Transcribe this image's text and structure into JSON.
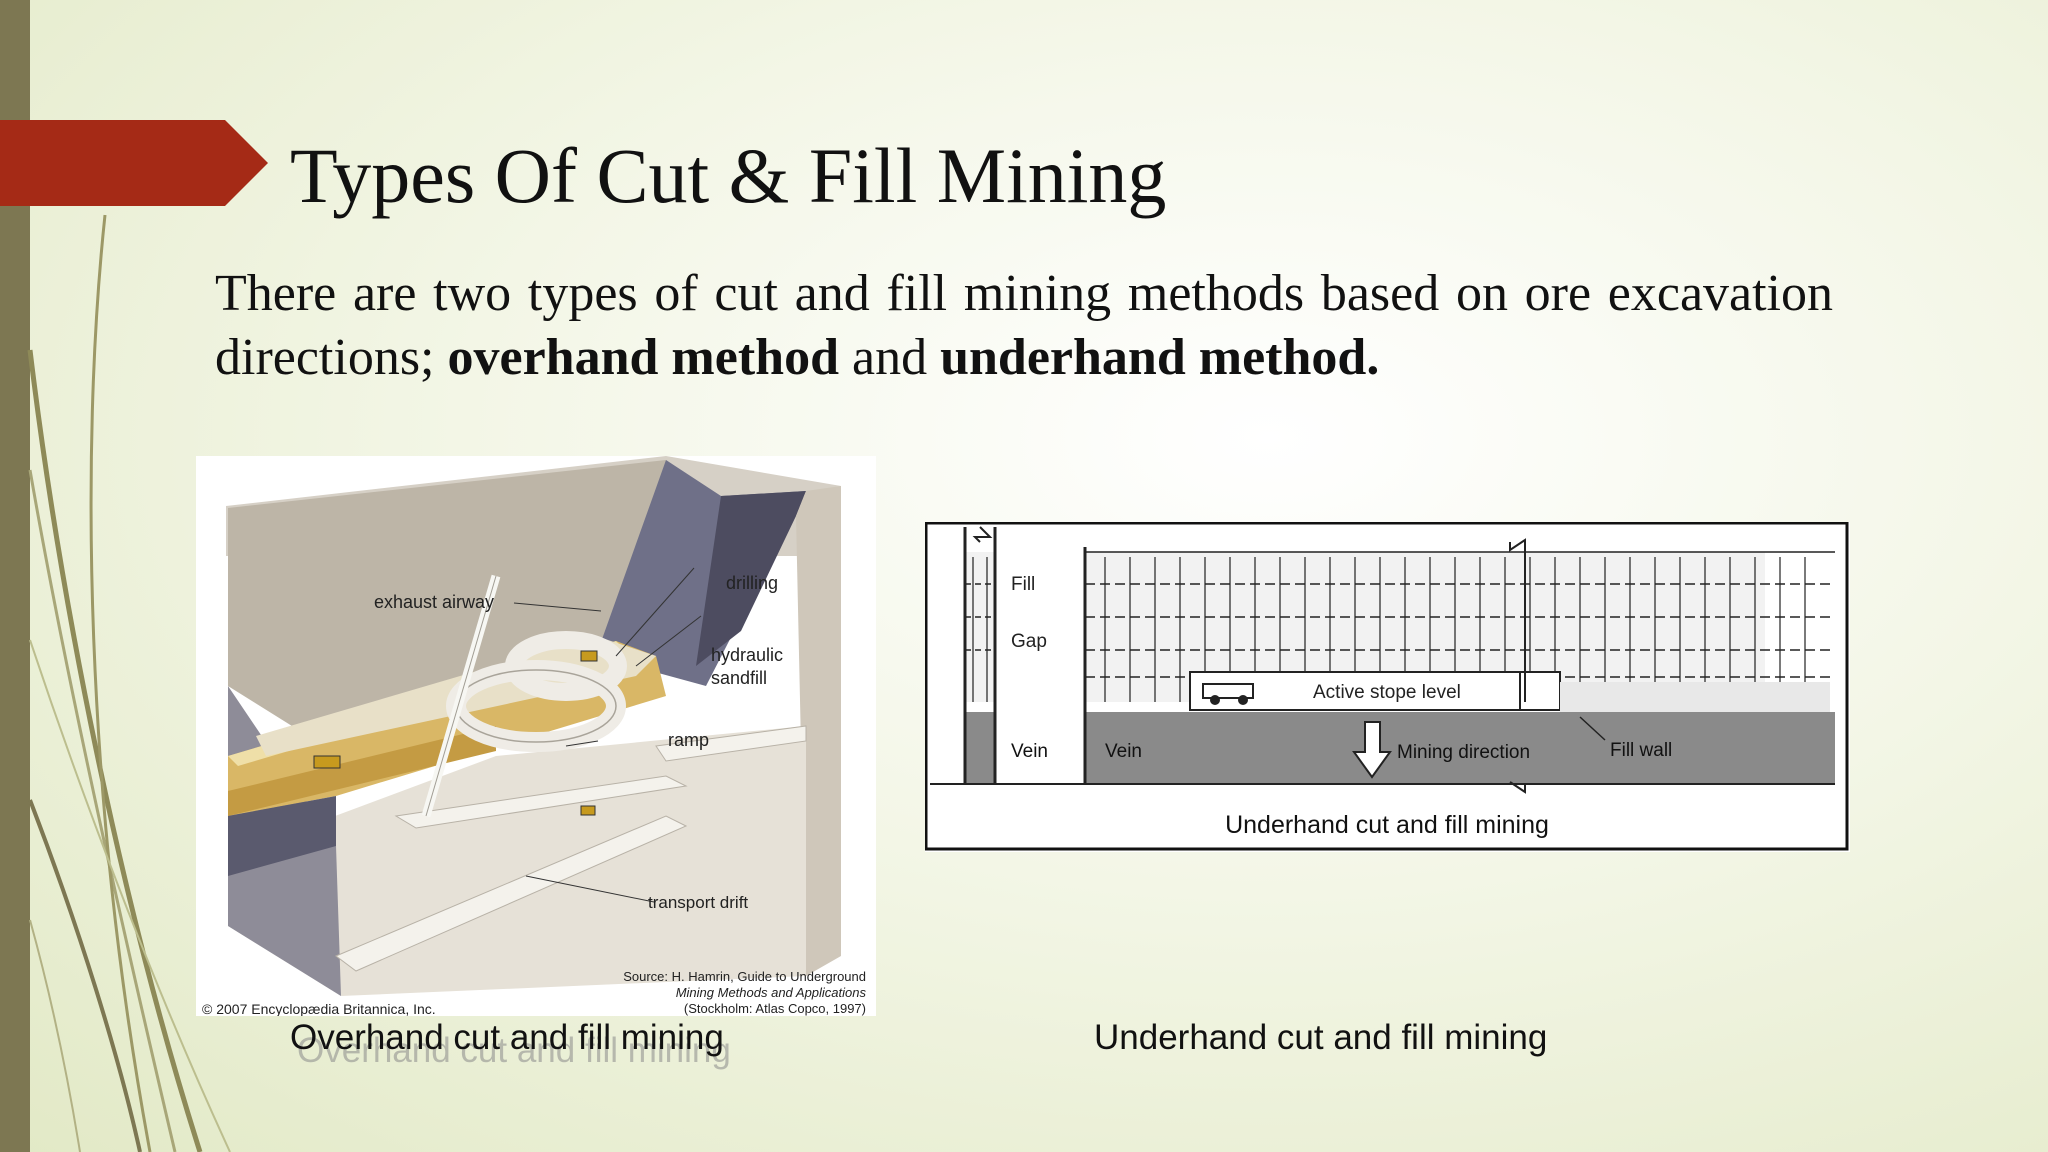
{
  "slide": {
    "title": "Types Of Cut & Fill Mining",
    "intro_part1": "There are two types of cut and fill mining methods based on ore excavation directions; ",
    "intro_bold1": "overhand method",
    "intro_part2": " and ",
    "intro_bold2": "underhand method.",
    "accent_color": "#a52a16",
    "sidebar_color": "#7d7752"
  },
  "overhand_figure": {
    "labels": {
      "exhaust_airway": "exhaust airway",
      "drilling": "drilling",
      "hydraulic": "hydraulic",
      "sandfill": "sandfill",
      "ramp": "ramp",
      "transport_drift": "transport drift"
    },
    "source_line1": "Source: H. Hamrin, Guide to Underground",
    "source_line2": "Mining Methods and Applications",
    "source_line3": "(Stockholm: Atlas Copco, 1997)",
    "copyright": "© 2007 Encyclopædia Britannica, Inc."
  },
  "underhand_figure": {
    "labels": {
      "fill": "Fill",
      "gap": "Gap",
      "vein_left": "Vein",
      "vein_right": "Vein",
      "active_stope_level": "Active stope level",
      "mining_direction": "Mining direction",
      "fill_wall": "Fill wall"
    },
    "caption": "Underhand cut and fill mining"
  },
  "captions": {
    "left": "Overhand cut and fill mining",
    "left_reflection": "Overhand cut and fill mining",
    "right": "Underhand cut and fill mining"
  }
}
